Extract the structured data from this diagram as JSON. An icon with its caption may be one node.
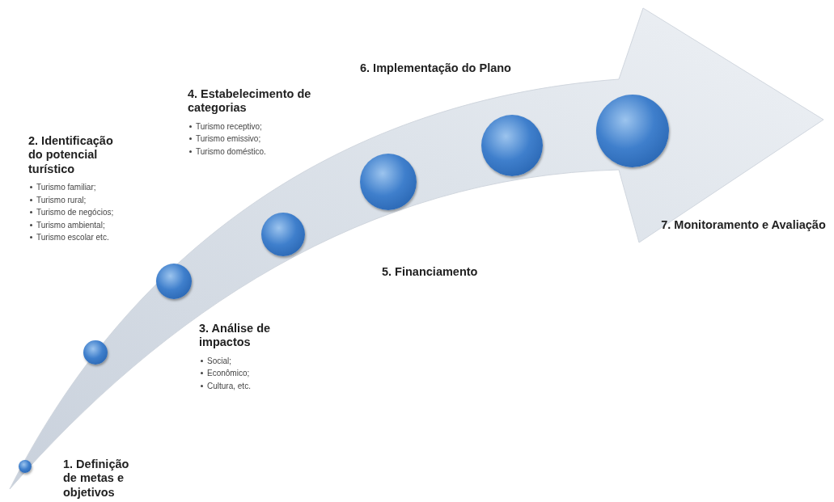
{
  "diagram": {
    "nodes": [
      {
        "text": [],
        "shape": "circle",
        "beside": [
          "1. Definição de metas e objetivos"
        ]
      },
      {
        "text": [],
        "shape": "circle",
        "beside": [
          "2. Identificação do potencial turístico",
          "Turismo familiar;",
          "Turismo rural;",
          "Turismo de negócios;",
          "Turismo ambiental;",
          "Turismo escolar etc."
        ]
      },
      {
        "text": [],
        "shape": "circle",
        "beside": [
          "3. Análise de impactos",
          "Social;",
          "Econômico;",
          "Cultura, etc."
        ]
      },
      {
        "text": [],
        "shape": "circle",
        "beside": [
          "4. Estabelecimento de categorias",
          "Turismo receptivo;",
          "Turismo emissivo;",
          "Turismo doméstico."
        ]
      },
      {
        "text": [],
        "shape": "circle"
      },
      {
        "text": [],
        "shape": "circle",
        "beside": [
          "6. Implementação do Plano"
        ]
      },
      {
        "text": [],
        "shape": "circle"
      }
    ],
    "labels": [
      "5. Financiamento",
      "7. Monitoramento e Avaliação"
    ]
  }
}
